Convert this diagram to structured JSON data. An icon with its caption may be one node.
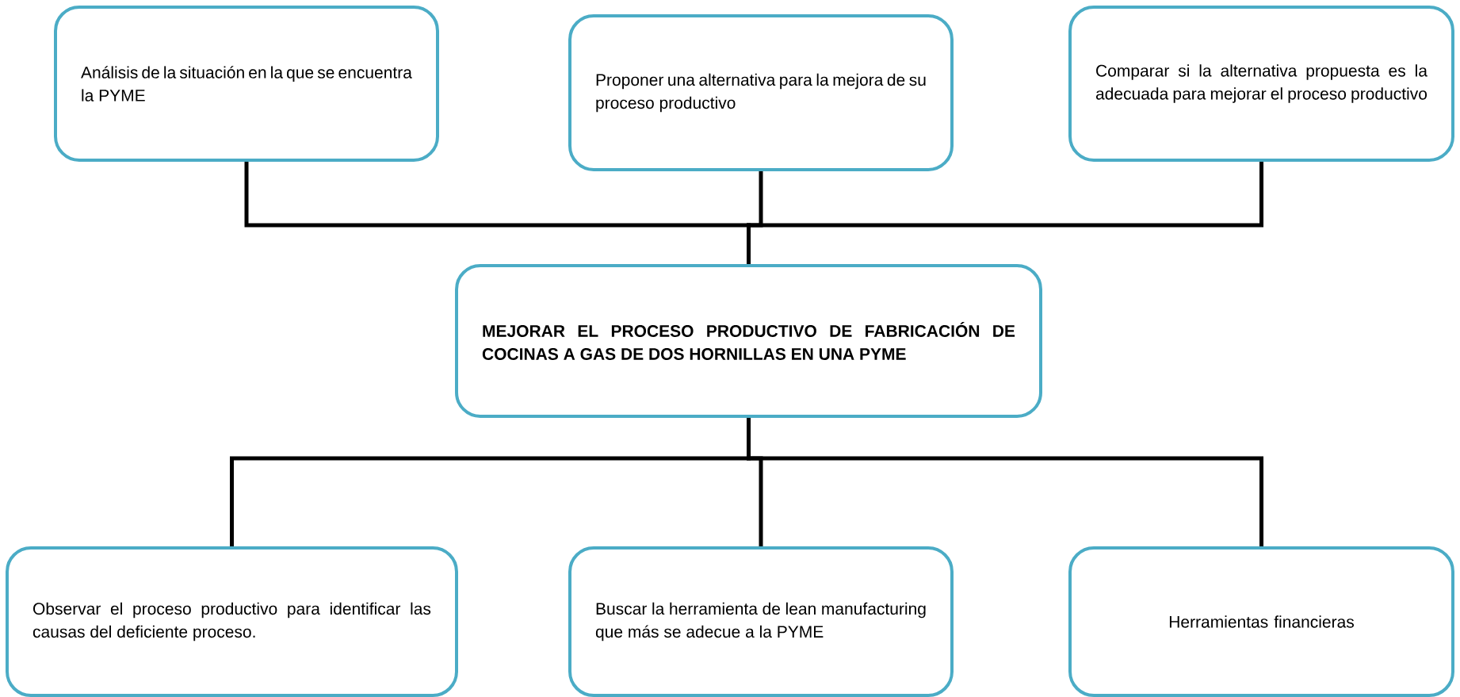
{
  "diagram": {
    "nodes": [
      {
        "text": [
          "Análisis de la situación en la que se encuentra la PYME"
        ]
      },
      {
        "text": [
          "Proponer una alternativa para la mejora de su proceso productivo"
        ]
      },
      {
        "text": [
          "Comparar si la alternativa propuesta es la adecuada para mejorar el proceso productivo"
        ]
      },
      {
        "text": [
          "MEJORAR EL PROCESO PRODUCTIVO DE FABRICACIÓN DE COCINAS A GAS DE DOS HORNILLAS EN UNA PYME"
        ]
      },
      {
        "text": [
          "Observar el proceso productivo para identificar las causas del deficiente proceso."
        ]
      },
      {
        "text": [
          "Buscar la herramienta de lean manufacturing que más se adecue a la PYME"
        ]
      },
      {
        "text": [
          "Herramientas financieras"
        ]
      }
    ],
    "edges": [
      {
        "from": 0,
        "to": 3,
        "arrow": "none"
      },
      {
        "from": 1,
        "to": 3,
        "arrow": "none"
      },
      {
        "from": 2,
        "to": 3,
        "arrow": "none"
      },
      {
        "from": 3,
        "to": 4,
        "arrow": "none"
      },
      {
        "from": 3,
        "to": 5,
        "arrow": "none"
      },
      {
        "from": 3,
        "to": 6,
        "arrow": "none"
      }
    ]
  }
}
